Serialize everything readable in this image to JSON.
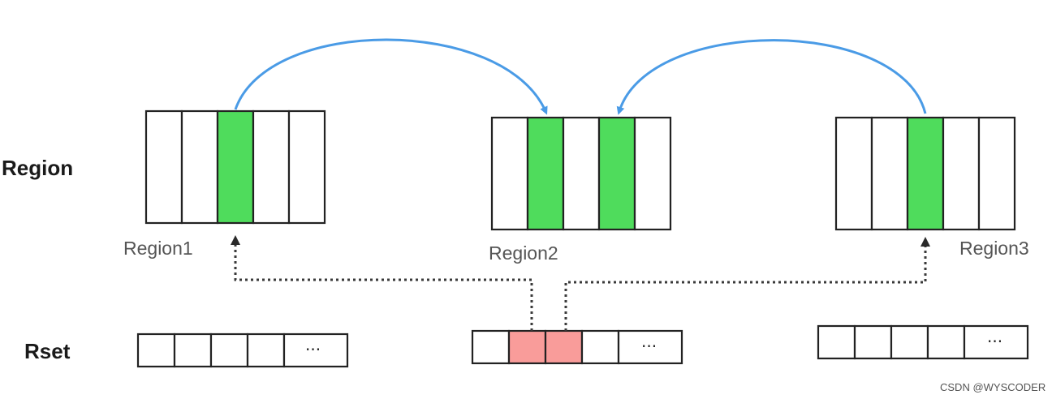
{
  "rows": {
    "region_label": "Region",
    "rset_label": "Rset"
  },
  "regions": [
    {
      "label": "Region1",
      "cells": [
        "empty",
        "empty",
        "referenced",
        "empty",
        "empty"
      ]
    },
    {
      "label": "Region2",
      "cells": [
        "empty",
        "referenced",
        "empty",
        "referenced",
        "empty"
      ]
    },
    {
      "label": "Region3",
      "cells": [
        "empty",
        "empty",
        "referenced",
        "empty",
        "empty"
      ]
    }
  ],
  "rsets": [
    {
      "cells": [
        "empty",
        "empty",
        "empty",
        "empty"
      ],
      "ellipsis": "···"
    },
    {
      "cells": [
        "empty",
        "entry",
        "entry",
        "empty"
      ],
      "ellipsis": "···"
    },
    {
      "cells": [
        "empty",
        "empty",
        "empty",
        "empty"
      ],
      "ellipsis": "···"
    }
  ],
  "colors": {
    "referenced_cell": "#4fdc5c",
    "rset_entry_cell": "#f99c9a",
    "arrow": "#4a9be6",
    "dotted_line": "#3a3a3a"
  },
  "watermark": "CSDN @WYSCODER"
}
